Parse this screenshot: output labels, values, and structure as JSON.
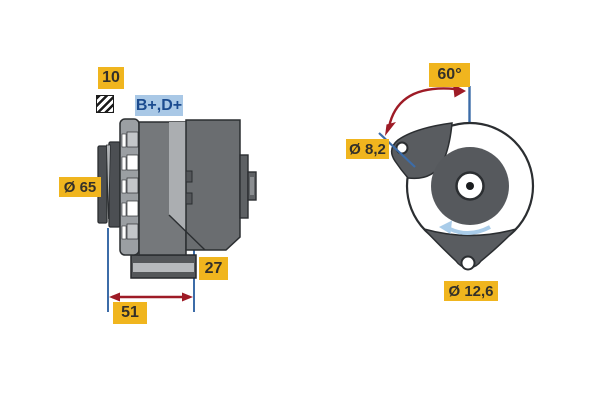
{
  "diagram": {
    "type": "alternator-technical-drawing",
    "side_view": {
      "belt_width_label": "10",
      "terminal_label": "B+,D+",
      "pulley_diameter_label": "Ø 65",
      "foot_width_label": "27",
      "mounting_length_label": "51"
    },
    "front_view": {
      "angle_label": "60°",
      "lug_hole_diameter_label": "Ø 8,2",
      "bottom_hole_diameter_label": "Ø 12,6"
    },
    "icons": {
      "belt_profile_icon": "hatched-square-icon"
    },
    "colors": {
      "background": "#ffffff",
      "label_yellow": "#f0b51e",
      "label_text": "#33302a",
      "terminal_label_bg": "#a9c8e6",
      "terminal_label_text": "#1b4b8f",
      "dimension_red": "#9e1b26",
      "dimension_blue": "#3c6ca8",
      "rotation_arrow_blue": "#a9cce9",
      "body_gray": "#6e7174",
      "outline": "#2b2e31"
    }
  }
}
